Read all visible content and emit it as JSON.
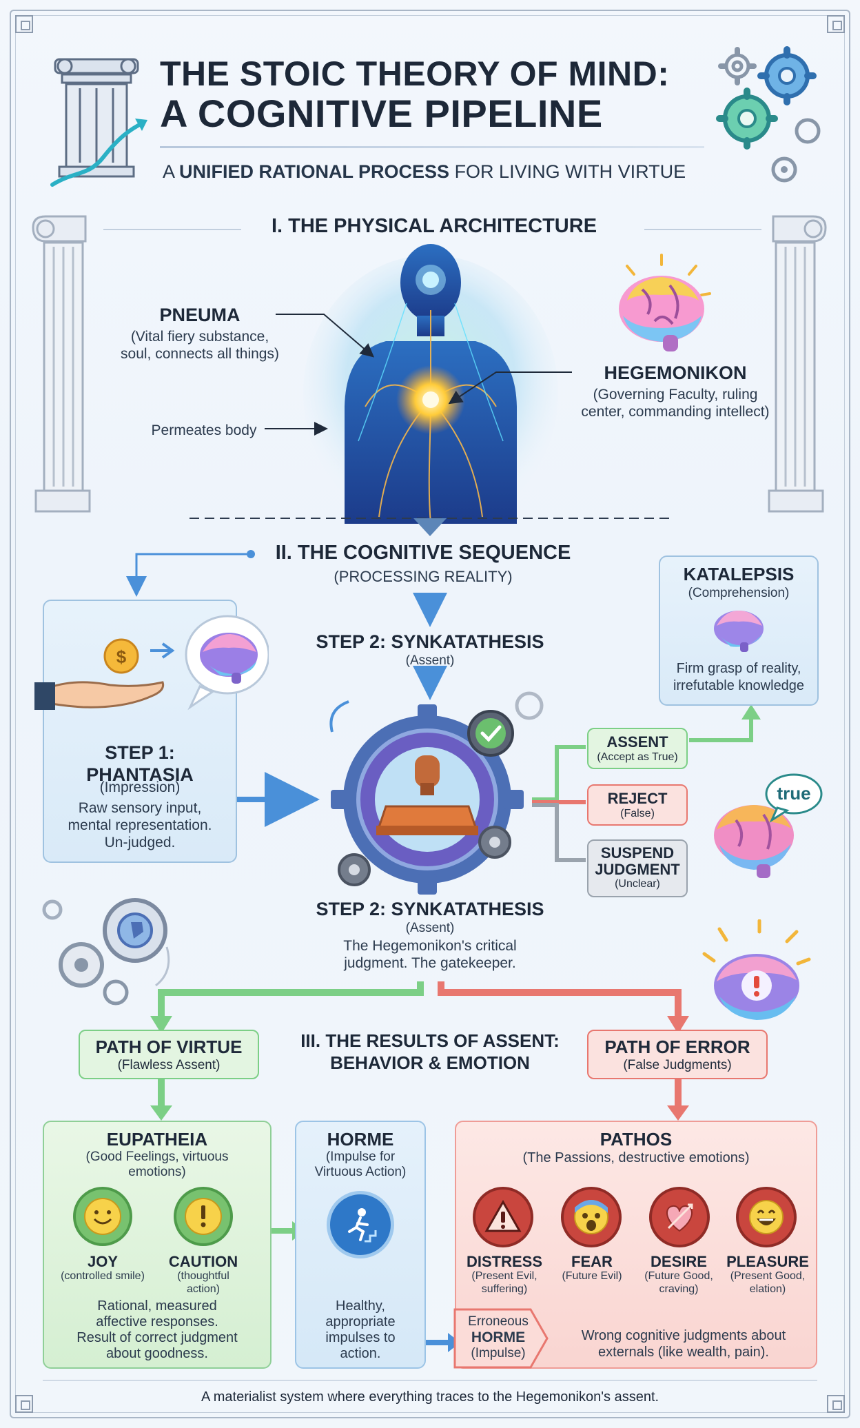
{
  "header": {
    "title_line1": "THE STOIC THEORY OF MIND:",
    "title_line2": "A COGNITIVE PIPELINE",
    "subtitle_pre": "A ",
    "subtitle_bold": "UNIFIED RATIONAL PROCESS",
    "subtitle_post": " FOR LIVING WITH VIRTUE"
  },
  "section1": {
    "heading": "I. THE PHYSICAL ARCHITECTURE",
    "pneuma": {
      "name": "PNEUMA",
      "desc1": "(Vital fiery substance,",
      "desc2": "soul, connects all things)"
    },
    "permeates": "Permeates body",
    "hegemonikon": {
      "name": "HEGEMONIKON",
      "desc1": "(Governing Faculty, ruling",
      "desc2": "center, commanding intellect)"
    }
  },
  "section2": {
    "heading": "II. THE COGNITIVE SEQUENCE",
    "subheading": "(PROCESSING REALITY)",
    "step1": {
      "title1": "STEP 1:",
      "title2": "PHANTASIA",
      "sub": "(Impression)",
      "desc1": "Raw sensory input,",
      "desc2": "mental representation.",
      "desc3": "Un-judged."
    },
    "step2_top": {
      "title": "STEP 2: SYNKATATHESIS",
      "sub": "(Assent)"
    },
    "step2_bottom": {
      "title": "STEP 2: SYNKATATHESIS",
      "sub": "(Assent)",
      "desc1": "The Hegemonikon's critical",
      "desc2": "judgment. The gatekeeper."
    },
    "katalepsis": {
      "title": "KATALEPSIS",
      "sub": "(Comprehension)",
      "desc1": "Firm grasp of reality,",
      "desc2": "irrefutable knowledge"
    },
    "assent": {
      "title": "ASSENT",
      "sub": "(Accept as True)"
    },
    "reject": {
      "title": "REJECT",
      "sub": "(False)"
    },
    "suspend": {
      "title1": "SUSPEND",
      "title2": "JUDGMENT",
      "sub": "(Unclear)"
    },
    "bubble": "true"
  },
  "section3": {
    "heading1": "III. THE RESULTS OF ASSENT:",
    "heading2": "BEHAVIOR & EMOTION",
    "virtue": {
      "title": "PATH OF VIRTUE",
      "sub": "(Flawless Assent)"
    },
    "error": {
      "title": "PATH OF ERROR",
      "sub": "(False Judgments)"
    },
    "eupatheia": {
      "title": "EUPATHEIA",
      "sub1": "(Good Feelings, virtuous",
      "sub2": "emotions)",
      "joy": {
        "name": "JOY",
        "sub": "(controlled smile)"
      },
      "caution": {
        "name": "CAUTION",
        "sub1": "(thoughtful",
        "sub2": "action)"
      },
      "desc1": "Rational, measured",
      "desc2": "affective responses.",
      "desc3": "Result of correct judgment",
      "desc4": "about goodness."
    },
    "horme": {
      "title": "HORME",
      "sub1": "(Impulse for",
      "sub2": "Virtuous Action)",
      "desc1": "Healthy,",
      "desc2": "appropriate",
      "desc3": "impulses to",
      "desc4": "action."
    },
    "pathos": {
      "title": "PATHOS",
      "sub": "(The Passions, destructive emotions)",
      "distress": {
        "name": "DISTRESS",
        "sub1": "(Present Evil,",
        "sub2": "suffering)"
      },
      "fear": {
        "name": "FEAR",
        "sub1": "(Future Evil)"
      },
      "desire": {
        "name": "DESIRE",
        "sub1": "(Future Good,",
        "sub2": "craving)"
      },
      "pleasure": {
        "name": "PLEASURE",
        "sub1": "(Present Good,",
        "sub2": "elation)"
      },
      "desc1": "Wrong cognitive judgments about",
      "desc2": "externals (like wealth, pain)."
    },
    "erroneous": {
      "line1": "Erroneous",
      "line2": "HORME",
      "line3": "(Impulse)"
    }
  },
  "footer": "A materialist system where everything traces to the Hegemonikon's assent.",
  "colors": {
    "virtue": "#7ccf86",
    "error": "#e8776f",
    "accent_blue": "#4a90d9",
    "gold": "#f3b63a"
  }
}
